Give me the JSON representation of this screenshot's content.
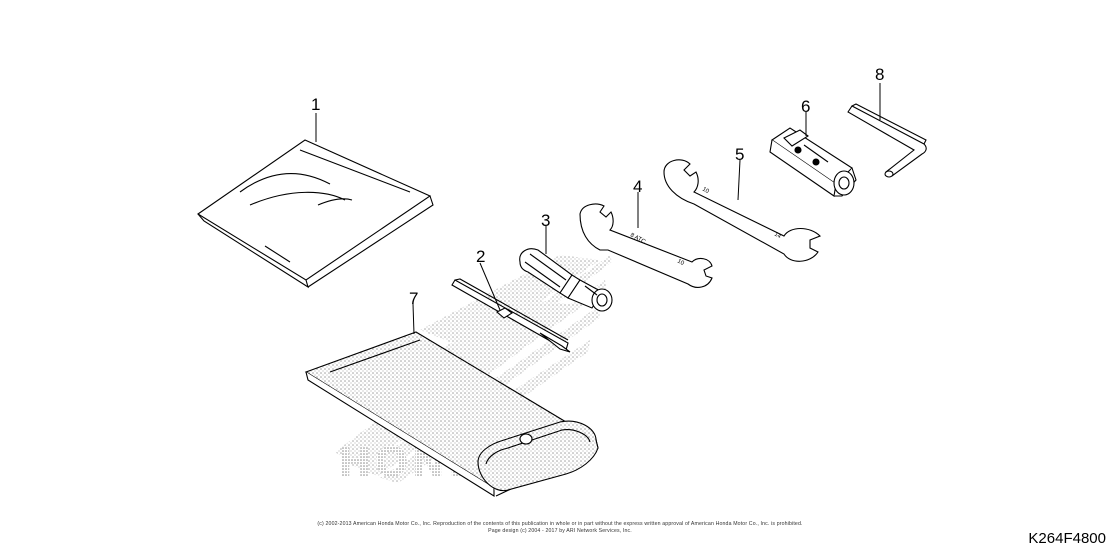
{
  "diagram": {
    "callouts": [
      {
        "id": "1",
        "label": "1"
      },
      {
        "id": "2",
        "label": "2"
      },
      {
        "id": "3",
        "label": "3"
      },
      {
        "id": "4",
        "label": "4"
      },
      {
        "id": "5",
        "label": "5"
      },
      {
        "id": "6",
        "label": "6"
      },
      {
        "id": "7",
        "label": "7"
      },
      {
        "id": "8",
        "label": "8"
      }
    ],
    "watermark_brand": "HONDA",
    "copyright_line1": "(c) 2002-2013 American Honda Motor Co., Inc. Reproduction of the contents of this publication in whole or in part without the express written approval of American Honda Motor Co., Inc. is prohibited.",
    "copyright_line2": "Page design (c) 2004 - 2017 by ARI Network Services, Inc.",
    "figure_code": "K264F4800"
  },
  "colors": {
    "line": "#000000",
    "background": "#ffffff",
    "stipple": "#bdbdbd"
  }
}
